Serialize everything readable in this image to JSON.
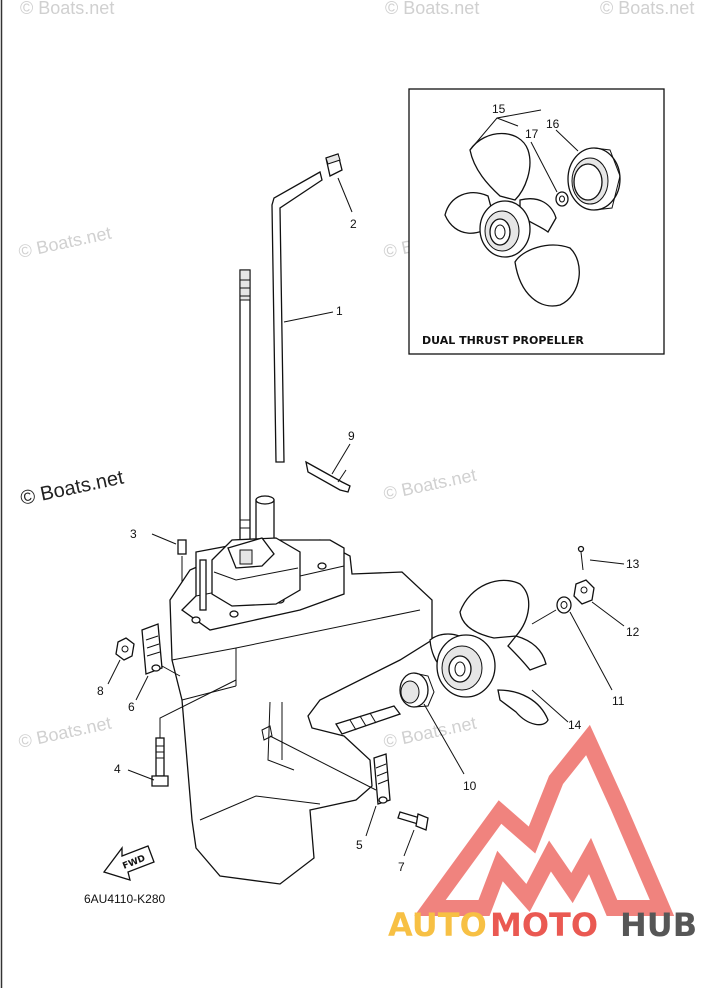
{
  "watermarks": [
    "© Boats.net",
    "© Boats.net",
    "© Boats.net",
    "© Boats.net",
    "© Boats.net",
    "© Boats.net",
    "© Boats.net",
    "© Boats.net"
  ],
  "watermark_dark": "© Boats.net",
  "inset": {
    "caption": "DUAL THRUST PROPELLER"
  },
  "callouts": [
    "1",
    "2",
    "3",
    "4",
    "5",
    "6",
    "7",
    "8",
    "9",
    "10",
    "11",
    "12",
    "13",
    "14",
    "15",
    "16",
    "17"
  ],
  "diagram_code": "6AU4110-K280",
  "fwd_label": "FWD",
  "brand": {
    "part1": "AUTO",
    "part2": "MOTO",
    "part3": "HUB",
    "colors": {
      "auto": "#f6b82b",
      "moto": "#e8433b",
      "hub": "#3f3f3f",
      "logo": "#e8433b"
    }
  }
}
